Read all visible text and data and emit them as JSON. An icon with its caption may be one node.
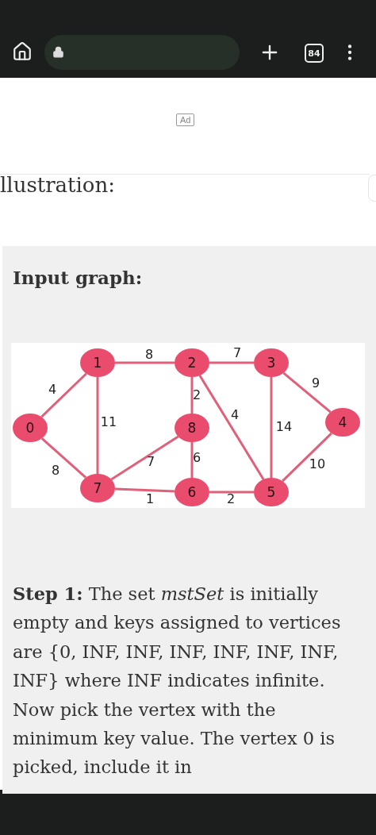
{
  "diagram": {
    "nodes": [
      {
        "text": [
          "0"
        ]
      },
      {
        "text": [
          "1"
        ]
      },
      {
        "text": [
          "2"
        ]
      },
      {
        "text": [
          "3"
        ]
      },
      {
        "text": [
          "4"
        ]
      },
      {
        "text": [
          "5"
        ]
      },
      {
        "text": [
          "6"
        ]
      },
      {
        "text": [
          "7"
        ]
      },
      {
        "text": [
          "8"
        ]
      }
    ],
    "edges": [
      {
        "from": 0,
        "to": 1,
        "arrow": "none",
        "label": "4"
      },
      {
        "from": 0,
        "to": 7,
        "arrow": "none",
        "label": "8"
      },
      {
        "from": 1,
        "to": 2,
        "arrow": "none",
        "label": "8"
      },
      {
        "from": 1,
        "to": 7,
        "arrow": "none",
        "label": "11"
      },
      {
        "from": 2,
        "to": 3,
        "arrow": "none",
        "label": "7"
      },
      {
        "from": 2,
        "to": 8,
        "arrow": "none",
        "label": "2"
      },
      {
        "from": 2,
        "to": 5,
        "arrow": "none",
        "label": "4"
      },
      {
        "from": 3,
        "to": 4,
        "arrow": "none",
        "label": "9"
      },
      {
        "from": 3,
        "to": 5,
        "arrow": "none",
        "label": "14"
      },
      {
        "from": 4,
        "to": 5,
        "arrow": "none",
        "label": "10"
      },
      {
        "from": 8,
        "to": 7,
        "arrow": "none",
        "label": "7"
      },
      {
        "from": 8,
        "to": 6,
        "arrow": "none",
        "label": "6"
      },
      {
        "from": 7,
        "to": 6,
        "arrow": "none",
        "label": "1"
      },
      {
        "from": 6,
        "to": 5,
        "arrow": "none",
        "label": "2"
      }
    ],
    "labels": [
      "84",
      "Ad",
      "llustration:",
      "Input graph:",
      "**Step 1:** The set *mstSet* is initially empty and keys assigned to vertices are {0, INF, INF, INF, INF, INF, INF, INF} where INF indicates infinite. Now pick the vertex with the minimum key value. The vertex 0 is picked, include it in"
    ]
  }
}
